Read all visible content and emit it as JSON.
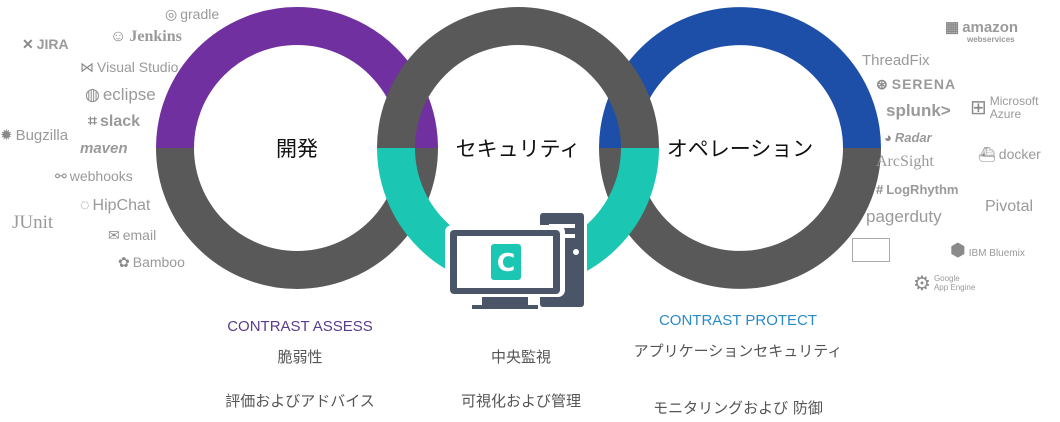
{
  "rings": {
    "development": "開発",
    "security": "セキュリティ",
    "operations": "オペレーション"
  },
  "colors": {
    "purple": "#7030a0",
    "teal": "#1bc7b2",
    "blue": "#1e4fa8",
    "dark_gray": "#595959",
    "assess_text": "#5b3b8c",
    "protect_text": "#2a8ac8"
  },
  "center_icon": {
    "name": "contrast-computer-icon",
    "letter": "C"
  },
  "captions": {
    "assess": {
      "product": "CONTRAST ASSESS",
      "line1": "脆弱性",
      "line2": "評価およびアドバイス"
    },
    "central": {
      "line1": "中央監視",
      "line2": "可視化および管理"
    },
    "protect": {
      "product": "CONTRAST PROTECT",
      "line1": "アプリケーションセキュリティ",
      "line2": "モニタリングおよび 防御"
    }
  },
  "dev_tools": [
    {
      "label": "gradle",
      "icon": "gradle-icon"
    },
    {
      "label": "JIRA",
      "icon": "jira-icon"
    },
    {
      "label": "Jenkins",
      "icon": "jenkins-icon"
    },
    {
      "label": "Visual Studio",
      "icon": "visual-studio-icon"
    },
    {
      "label": "eclipse",
      "icon": "eclipse-icon"
    },
    {
      "label": "slack",
      "icon": "slack-icon"
    },
    {
      "label": "Bugzilla",
      "icon": "bugzilla-icon"
    },
    {
      "label": "maven",
      "icon": "maven-icon"
    },
    {
      "label": "webhooks",
      "icon": "webhooks-icon"
    },
    {
      "label": "JUnit",
      "icon": "junit-icon"
    },
    {
      "label": "HipChat",
      "icon": "hipchat-icon"
    },
    {
      "label": "email",
      "icon": "email-icon"
    },
    {
      "label": "Bamboo",
      "icon": "bamboo-icon"
    }
  ],
  "ops_tools": [
    {
      "label": "amazon",
      "sub": "webservices",
      "icon": "amazon-web-services-icon"
    },
    {
      "label": "ThreadFix",
      "icon": "threadfix-icon"
    },
    {
      "label": "SERENA",
      "icon": "serena-icon"
    },
    {
      "label": "splunk>",
      "icon": "splunk-icon"
    },
    {
      "label": "Microsoft",
      "sub": "Azure",
      "icon": "microsoft-azure-icon"
    },
    {
      "label": "Radar",
      "icon": "qradar-icon"
    },
    {
      "label": "ArcSight",
      "icon": "arcsight-icon"
    },
    {
      "label": "docker",
      "icon": "docker-icon"
    },
    {
      "label": "LogRhythm",
      "icon": "logrhythm-icon"
    },
    {
      "label": "pagerduty",
      "icon": "pagerduty-icon"
    },
    {
      "label": "Pivotal",
      "icon": "pivotal-icon"
    },
    {
      "label": "IBM Bluemix",
      "icon": "ibm-bluemix-icon"
    },
    {
      "label": "Google",
      "sub": "App Engine",
      "icon": "google-app-engine-icon"
    }
  ]
}
